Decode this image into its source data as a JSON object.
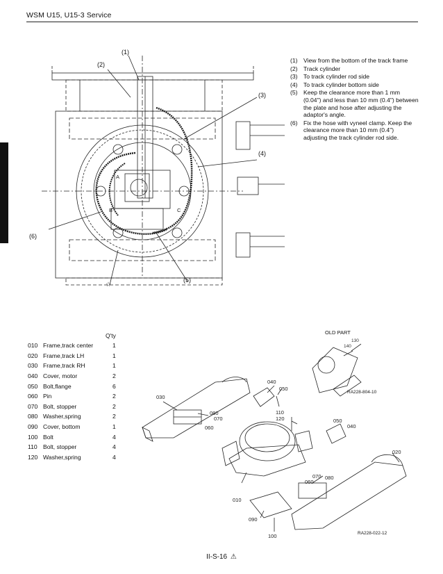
{
  "header": {
    "title": "WSM U15, U15-3 Service"
  },
  "top_figure": {
    "callouts": [
      "(1)",
      "(2)",
      "(3)",
      "(4)",
      "(5)",
      "(6)"
    ],
    "letters": [
      "A",
      "B",
      "C"
    ],
    "star": "☆"
  },
  "notes": [
    {
      "num": "(1)",
      "text": "View from the bottom of the track frame"
    },
    {
      "num": "(2)",
      "text": "Track cylinder"
    },
    {
      "num": "(3)",
      "text": "To track cylinder rod side"
    },
    {
      "num": "(4)",
      "text": "To track cylinder bottom side"
    },
    {
      "num": "(5)",
      "text": "Keep the clearance more than 1 mm (0.04\") and less than 10 mm (0.4\") between the plate and hose after adjusting the adaptor's angle."
    },
    {
      "num": "(6)",
      "text": "Fix the hose with vyneel clamp. Keep the clearance more than 10 mm (0.4\") adjusting the track cylinder rod side."
    }
  ],
  "parts_table": {
    "qty_header": "Q'ty",
    "rows": [
      {
        "code": "010",
        "name": "Frame,track center",
        "qty": "1"
      },
      {
        "code": "020",
        "name": "Frame,track LH",
        "qty": "1"
      },
      {
        "code": "030",
        "name": "Frame,track RH",
        "qty": "1"
      },
      {
        "code": "040",
        "name": "Cover, motor",
        "qty": "2"
      },
      {
        "code": "050",
        "name": "Bolt,flange",
        "qty": "6"
      },
      {
        "code": "060",
        "name": "Pin",
        "qty": "2"
      },
      {
        "code": "070",
        "name": "Bolt, stopper",
        "qty": "2"
      },
      {
        "code": "080",
        "name": "Washer,spring",
        "qty": "2"
      },
      {
        "code": "090",
        "name": "Cover, bottom",
        "qty": "1"
      },
      {
        "code": "100",
        "name": "Bolt",
        "qty": "4"
      },
      {
        "code": "110",
        "name": "Bolt, stopper",
        "qty": "4"
      },
      {
        "code": "120",
        "name": "Washer,spring",
        "qty": "4"
      }
    ]
  },
  "exploded_view": {
    "old_part_label": "OLD PART",
    "old_part_numbers": [
      "130",
      "140"
    ],
    "old_part_ref": "RA228-804-10",
    "callouts": [
      "010",
      "020",
      "030",
      "040",
      "050",
      "060",
      "070",
      "080",
      "090",
      "100",
      "110",
      "120"
    ],
    "right_callouts": [
      "040",
      "050",
      "060",
      "070",
      "080"
    ],
    "figure_ref": "RA228-022-12"
  },
  "footer": {
    "page": "II-S-16",
    "symbol": "⚠"
  }
}
